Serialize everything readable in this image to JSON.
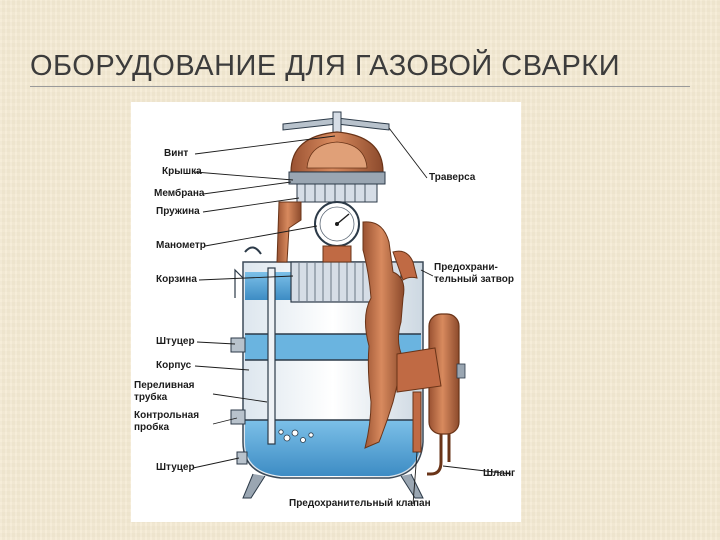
{
  "slide": {
    "title": "ОБОРУДОВАНИЕ ДЛЯ ГАЗОВОЙ СВАРКИ"
  },
  "diagram": {
    "labels": {
      "vint": "Винт",
      "kryshka": "Крышка",
      "membrana": "Мембрана",
      "pruzhina": "Пружина",
      "manometr": "Манометр",
      "korzina": "Корзина",
      "shtutser_top": "Штуцер",
      "korpus": "Корпус",
      "perelivnaya_1": "Переливная",
      "perelivnaya_2": "трубка",
      "kontrolnaya_1": "Контрольная",
      "kontrolnaya_2": "пробка",
      "shtutser_bottom": "Штуцер",
      "traversa": "Траверса",
      "zatvor_1": "Предохрани-",
      "zatvor_2": "тельный затвор",
      "shlang": "Шланг",
      "klapan": "Предохранительный клапан"
    },
    "colors": {
      "copper": "#c8714a",
      "copper_dark": "#8c4a2c",
      "water": "#5aa8d8",
      "water_light": "#a8d8f0",
      "leader": "#1c1c1c"
    }
  }
}
